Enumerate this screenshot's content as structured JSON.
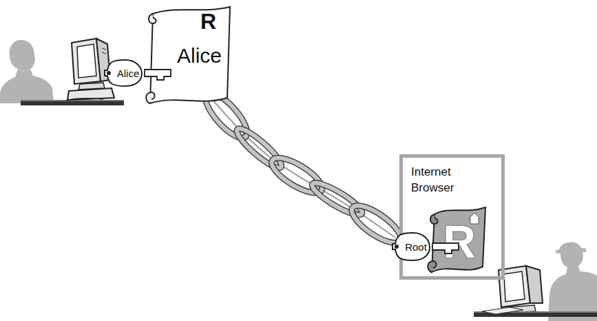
{
  "diagram": {
    "nodes": [
      {
        "text": [
          "Alice"
        ]
      },
      {
        "text": [
          "R",
          "Alice"
        ]
      },
      {
        "text": [
          "Internet Browser"
        ]
      },
      {
        "text": [
          "Root"
        ],
        "in": 2
      },
      {
        "text": [
          "R"
        ],
        "in": 2
      }
    ],
    "edges": [
      {
        "from": 1,
        "to": 3,
        "arrow": "none"
      }
    ]
  }
}
